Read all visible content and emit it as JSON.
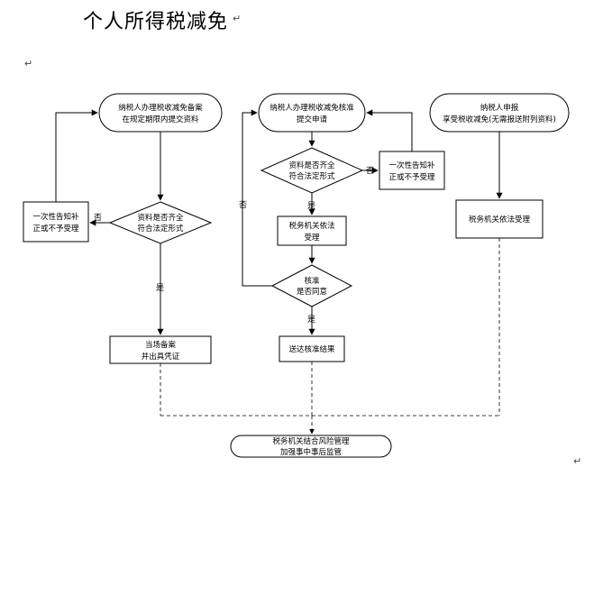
{
  "title": "个人所得税减免",
  "para_mark": "↵",
  "nodes": {
    "start_record": [
      "纳税人办理税收减免备案",
      "在规定期限内提交资料"
    ],
    "check_record": [
      "资料是否齐全",
      "符合法定形式"
    ],
    "reject_record": [
      "一次性告知补",
      "正或不予受理"
    ],
    "record_done": [
      "当场备案",
      "并出具凭证"
    ],
    "start_approval": [
      "纳税人办理税收减免核准",
      "提交申请"
    ],
    "check_approval": [
      "资料是否齐全",
      "符合法定形式"
    ],
    "reject_approval": [
      "一次性告知补",
      "正或不予受理"
    ],
    "accept_approval": [
      "税务机关依法",
      "受理"
    ],
    "approve_decision": [
      "核准",
      "是否同意"
    ],
    "deliver_result": [
      "送达核准结果"
    ],
    "start_declare": [
      "纳税人申报",
      "享受税收减免(无需报送附列资料)"
    ],
    "declare_accept": [
      "税务机关依法受理"
    ],
    "supervision": [
      "税务机关结合风险管理",
      "加强事中事后监管"
    ]
  },
  "labels": {
    "yes": "是",
    "no": "否"
  }
}
